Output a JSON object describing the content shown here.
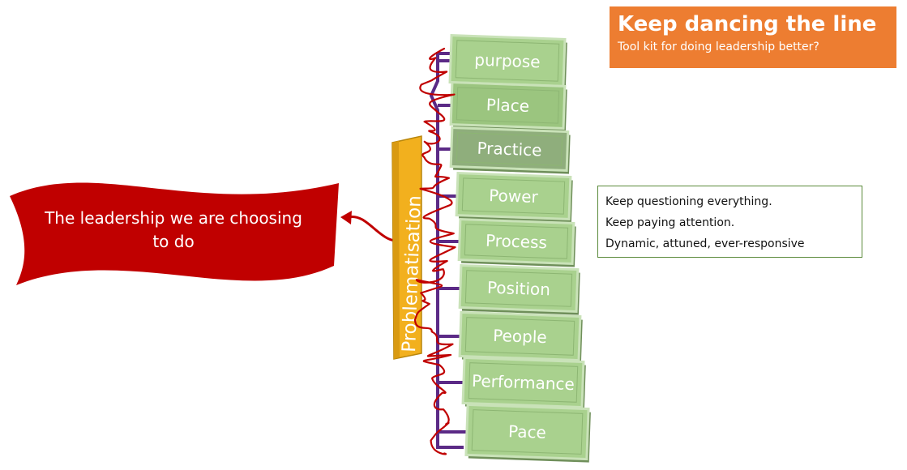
{
  "title": {
    "heading": "Keep dancing the line",
    "subheading": "Tool kit for doing leadership better?"
  },
  "banner": {
    "line1": "The leadership we are choosing",
    "line2": "to do"
  },
  "spine_label": "Problematisation",
  "steps": [
    {
      "label": "purpose"
    },
    {
      "label": "Place"
    },
    {
      "label": "Practice"
    },
    {
      "label": "Power"
    },
    {
      "label": "Process"
    },
    {
      "label": "Position"
    },
    {
      "label": "People"
    },
    {
      "label": "Performance"
    },
    {
      "label": "Pace"
    }
  ],
  "notes": [
    "Keep questioning everything.",
    "Keep paying attention.",
    "Dynamic, attuned, ever-responsive"
  ],
  "colors": {
    "title_bg": "#ed7d31",
    "banner_red": "#c00000",
    "step_green": "#a9d18e",
    "spine_gold": "#f2b01e",
    "connector_purple": "#5b2a86",
    "scribble_red": "#c00000"
  }
}
